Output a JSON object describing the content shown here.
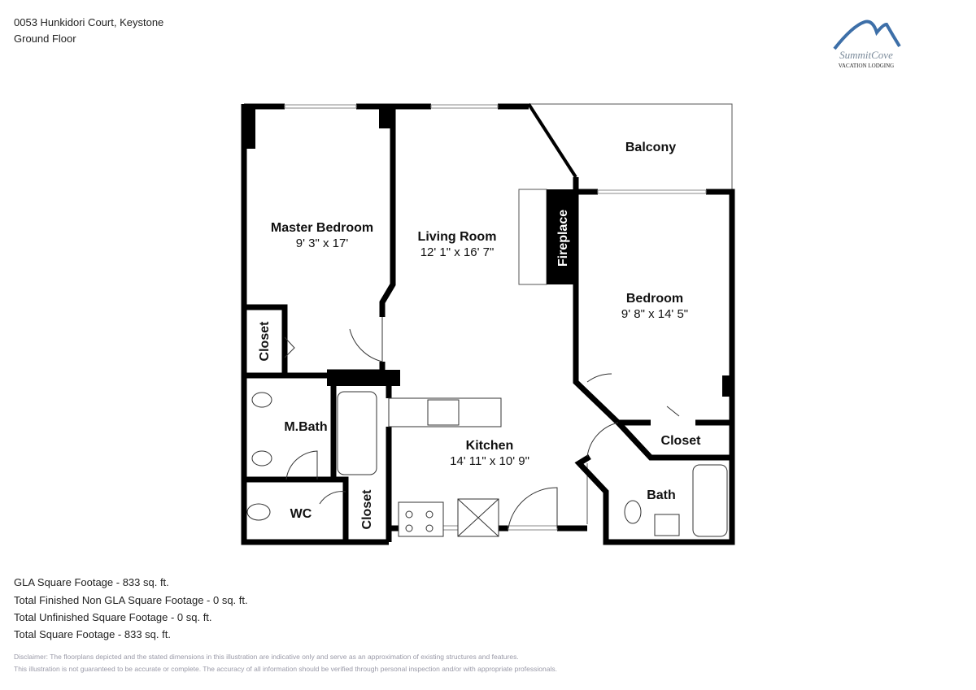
{
  "header": {
    "address": "0053 Hunkidori Court, Keystone",
    "floor": "Ground Floor"
  },
  "logo": {
    "name": "SummitCove",
    "tagline": "Vacation Lodging"
  },
  "rooms": {
    "master_bedroom": {
      "name": "Master Bedroom",
      "dims": "9' 3\" x 17'"
    },
    "living_room": {
      "name": "Living Room",
      "dims": "12' 1\" x 16' 7\""
    },
    "balcony": {
      "name": "Balcony"
    },
    "fireplace": {
      "name": "Fireplace"
    },
    "bedroom": {
      "name": "Bedroom",
      "dims": "9' 8\" x 14' 5\""
    },
    "closet_master": {
      "name": "Closet"
    },
    "mbath": {
      "name": "M.Bath"
    },
    "kitchen": {
      "name": "Kitchen",
      "dims": "14' 11\" x 10' 9\""
    },
    "closet_bedroom": {
      "name": "Closet"
    },
    "bath": {
      "name": "Bath"
    },
    "wc": {
      "name": "WC"
    },
    "closet_wc": {
      "name": "Closet"
    }
  },
  "footage": [
    "GLA Square Footage - 833 sq. ft.",
    "Total Finished Non GLA Square Footage - 0 sq. ft.",
    "Total Unfinished Square Footage - 0 sq. ft.",
    "Total Square Footage - 833 sq. ft."
  ],
  "disclaimer": [
    "Disclaimer: The floorplans depicted and the stated dimensions in this illustration are indicative only and serve as an approximation of existing structures and features.",
    "This illustration is not guaranteed to be accurate or complete. The accuracy of all information should be verified through personal inspection and/or with appropriate professionals."
  ]
}
